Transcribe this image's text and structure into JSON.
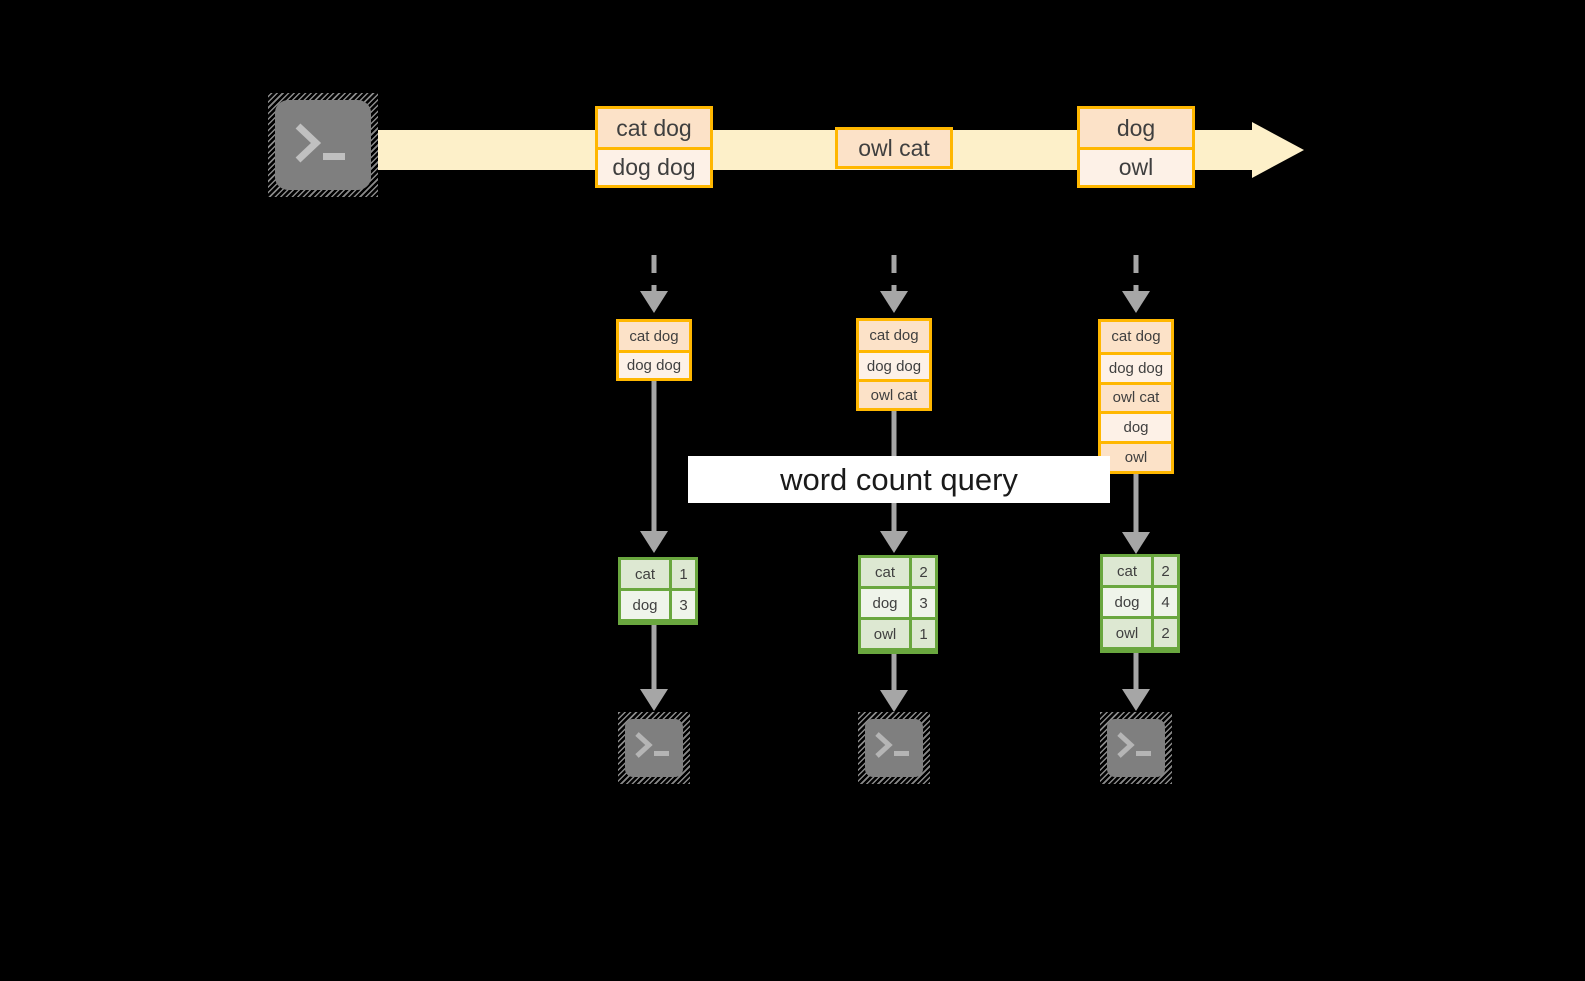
{
  "diagram": {
    "title": "word count query streaming diagram",
    "colors": {
      "background": "#000000",
      "timeline_band": "#fdf0c9",
      "box_border_orange": "#ffb700",
      "box_fill_peach": "#fce2c8",
      "box_fill_cream": "#fdf1e7",
      "table_border_green": "#6aa73f",
      "table_fill_green": "#dde8d2",
      "table_fill_pale": "#eff4ea",
      "icon_gray": "#7f7f7f",
      "arrow_gray": "#a6a6a6",
      "banner_bg": "#ffffff",
      "text": "#3f3f3f"
    },
    "source_icon": {
      "name": "terminal-icon",
      "glyph": ">_"
    },
    "timeline": {
      "batches": [
        {
          "id": "batch-1",
          "lines": [
            "cat dog",
            "dog dog"
          ]
        },
        {
          "id": "batch-2",
          "lines": [
            "owl cat"
          ]
        },
        {
          "id": "batch-3",
          "lines": [
            "dog",
            "owl"
          ]
        }
      ]
    },
    "accumulated": [
      {
        "id": "acc-1",
        "lines": [
          "cat dog",
          "dog dog"
        ]
      },
      {
        "id": "acc-2",
        "lines": [
          "cat dog",
          "dog dog",
          "owl cat"
        ]
      },
      {
        "id": "acc-3",
        "lines": [
          "cat dog",
          "dog dog",
          "owl cat",
          "dog",
          "owl"
        ]
      }
    ],
    "query_label": "word count query",
    "results": [
      {
        "id": "result-1",
        "rows": [
          {
            "word": "cat",
            "count": "1"
          },
          {
            "word": "dog",
            "count": "3"
          }
        ]
      },
      {
        "id": "result-2",
        "rows": [
          {
            "word": "cat",
            "count": "2"
          },
          {
            "word": "dog",
            "count": "3"
          },
          {
            "word": "owl",
            "count": "1"
          }
        ]
      },
      {
        "id": "result-3",
        "rows": [
          {
            "word": "cat",
            "count": "2"
          },
          {
            "word": "dog",
            "count": "4"
          },
          {
            "word": "owl",
            "count": "2"
          }
        ]
      }
    ],
    "sinks": [
      {
        "id": "sink-1",
        "name": "terminal-icon",
        "glyph": ">_"
      },
      {
        "id": "sink-2",
        "name": "terminal-icon",
        "glyph": ">_"
      },
      {
        "id": "sink-3",
        "name": "terminal-icon",
        "glyph": ">_"
      }
    ]
  }
}
